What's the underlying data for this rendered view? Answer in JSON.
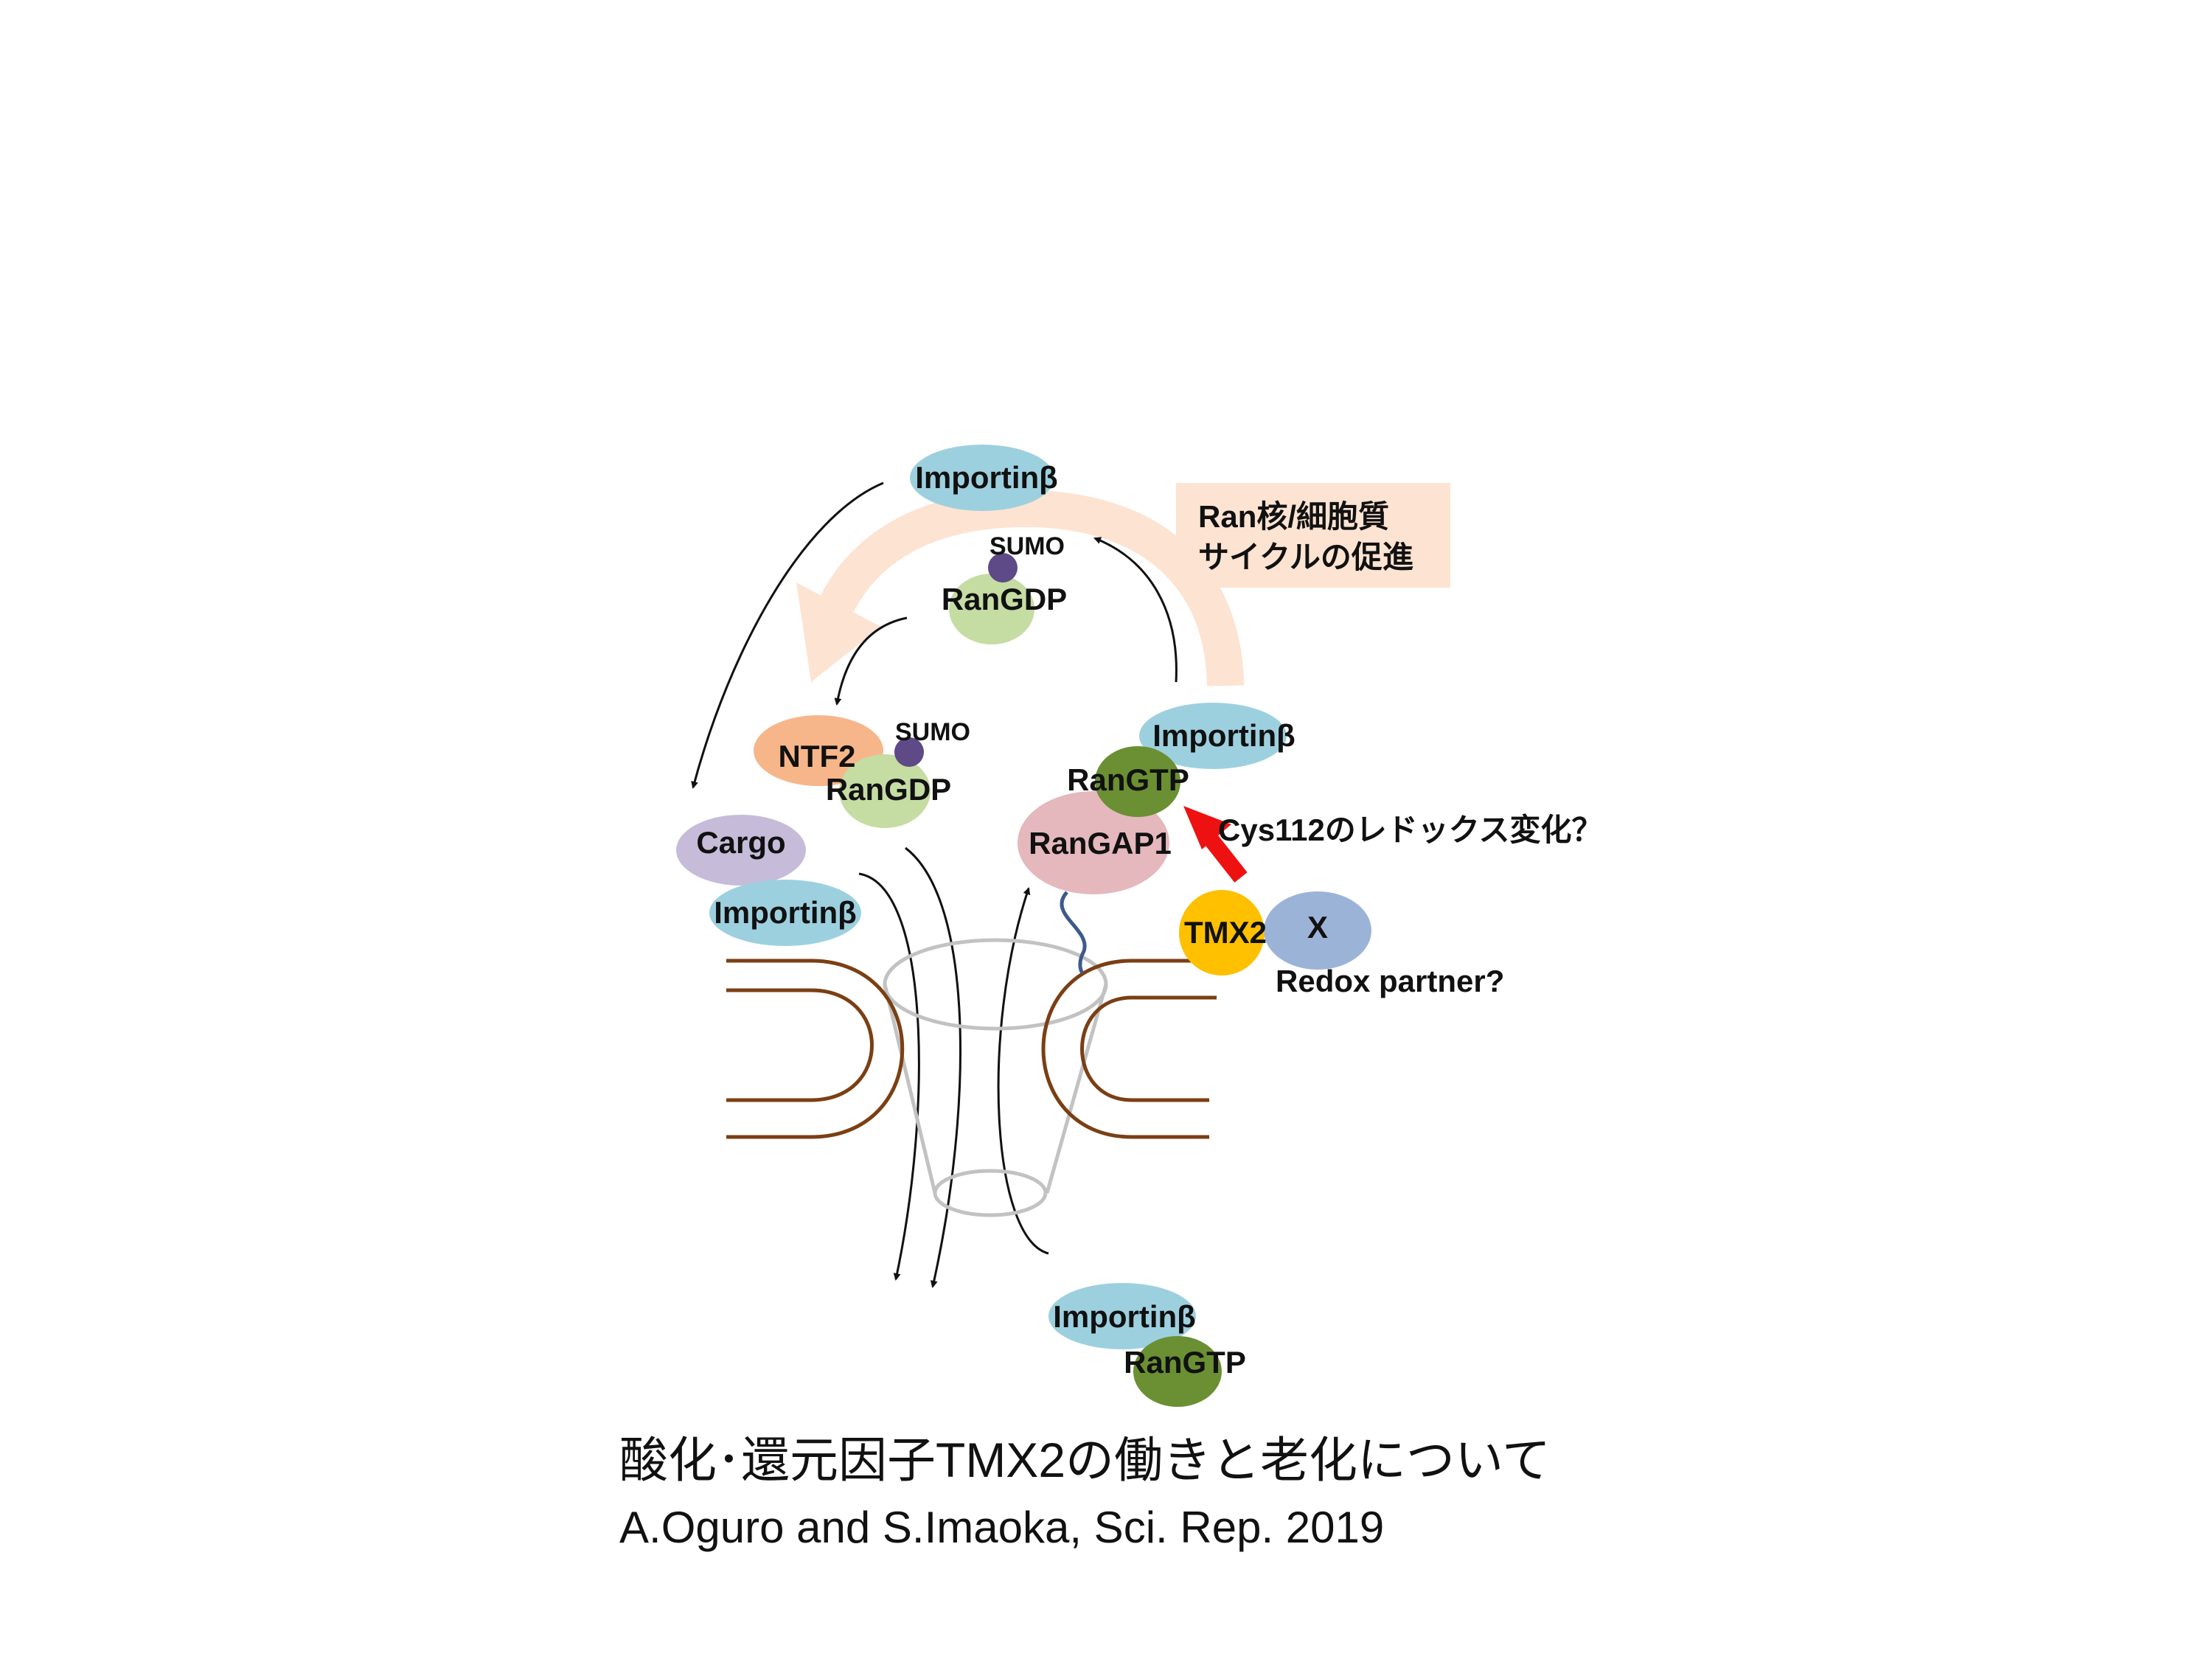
{
  "labels": {
    "importin_top": "Importinβ",
    "sumo_top": "SUMO",
    "rangdp_top": "RanGDP",
    "ntf2": "NTF2",
    "sumo_mid": "SUMO",
    "rangdp_mid": "RanGDP",
    "cargo": "Cargo",
    "importin_cargo": "Importinβ",
    "importin_right": "Importinβ",
    "rangtp_right": "RanGTP",
    "rangap1": "RanGAP1",
    "tmx2": "TMX2",
    "x": "X",
    "redox_partner": "Redox partner?",
    "cys112": "Cys112のレドックス変化？",
    "importin_bottom": "Importinβ",
    "rangtp_bottom": "RanGTP"
  },
  "callout": {
    "line1": "Ran核/細胞質",
    "line2": "サイクルの促進"
  },
  "caption": {
    "title": "酸化･還元因子TMX2の働きと老化について",
    "citation": "A.Oguro and S.Imaoka, Sci. Rep. 2019"
  },
  "colors": {
    "importin": "#9dd0df",
    "rangdp": "#c5dca3",
    "sumo": "#5d4a86",
    "ntf2": "#f6b68a",
    "cargo": "#c6bcd9",
    "rangtp": "#6b8f33",
    "rangap1": "#e4b8bd",
    "tmx2": "#ffc000",
    "x_partner": "#9cb3d8",
    "membrane": "#7b3f14",
    "pore": "#c2c2c2",
    "cycle_arrow": "#fde3d2",
    "callout_bg": "#fde3d2",
    "red_arrow": "#ee1111",
    "linker": "#3d5a8a"
  }
}
